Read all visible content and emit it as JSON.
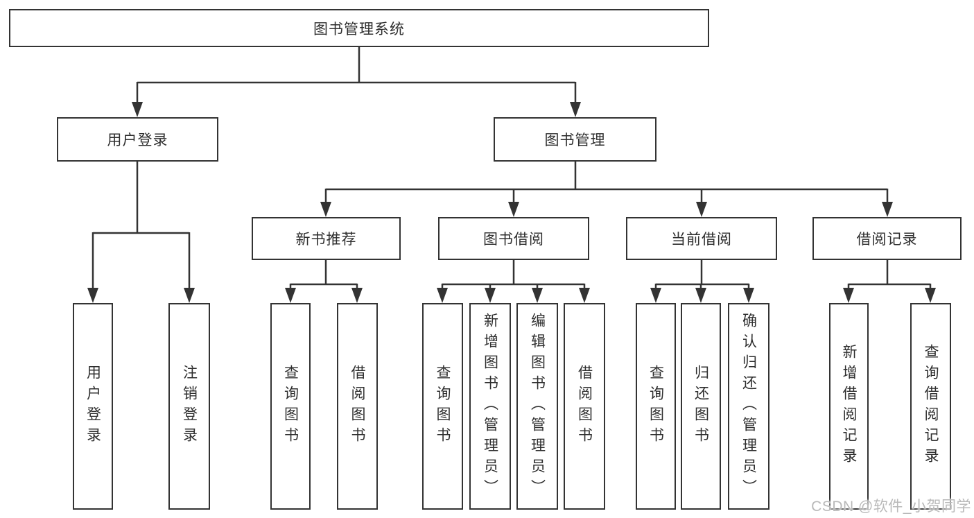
{
  "tree": {
    "label": "图书管理系统",
    "children": [
      {
        "label": "用户登录",
        "children": [
          {
            "label": "用户登录"
          },
          {
            "label": "注销登录"
          }
        ]
      },
      {
        "label": "图书管理",
        "children": [
          {
            "label": "新书推荐",
            "children": [
              {
                "label": "查询图书"
              },
              {
                "label": "借阅图书"
              }
            ]
          },
          {
            "label": "图书借阅",
            "children": [
              {
                "label": "查询图书"
              },
              {
                "label": "新增图书（管理员）"
              },
              {
                "label": "编辑图书（管理员）"
              },
              {
                "label": "借阅图书"
              }
            ]
          },
          {
            "label": "当前借阅",
            "children": [
              {
                "label": "查询图书"
              },
              {
                "label": "归还图书"
              },
              {
                "label": "确认归还（管理员）"
              }
            ]
          },
          {
            "label": "借阅记录",
            "children": [
              {
                "label": "新增借阅记录"
              },
              {
                "label": "查询借阅记录"
              }
            ]
          }
        ]
      }
    ]
  },
  "watermark": {
    "text": "CSDN @软件_小贺同学"
  },
  "colors": {
    "line": "#333333",
    "box_border": "#333333",
    "background": "#ffffff",
    "watermark_gray": "#b9b9b9"
  }
}
